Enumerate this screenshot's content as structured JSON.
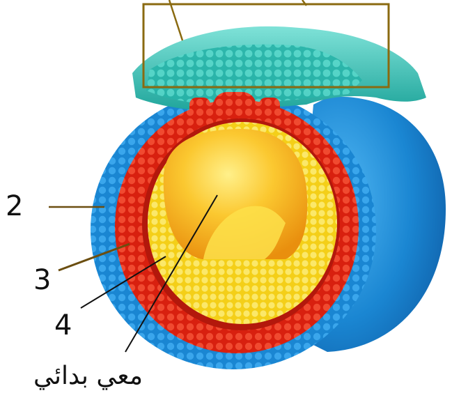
{
  "labels": {
    "two": "2",
    "three": "3",
    "four": "4",
    "primitive_gut": "معي بدائي"
  },
  "colors": {
    "ectoderm": "#1e8fd8",
    "mesoderm": "#e8301c",
    "endoderm": "#f6d41c",
    "neural_plate": "#2fc2b6",
    "yolk": "#f2a517",
    "box_outline": "#8a6a10"
  }
}
